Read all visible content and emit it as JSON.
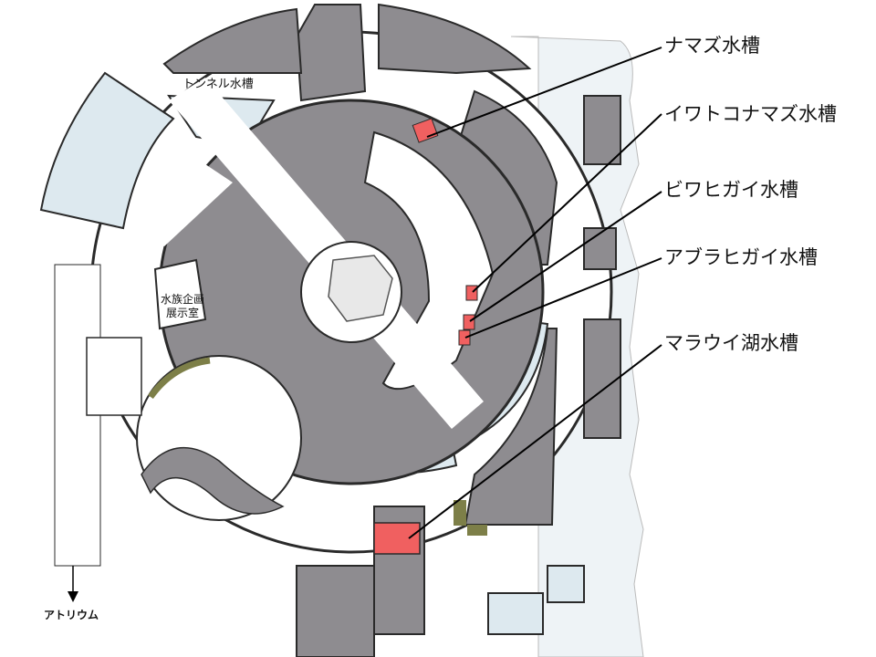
{
  "labels": {
    "tunnel": "トンネル水槽",
    "exhibit_line1": "水族企画",
    "exhibit_line2": "展示室",
    "atrium": "アトリウム"
  },
  "callouts": [
    {
      "id": "namazu",
      "text": "ナマズ水槽"
    },
    {
      "id": "iwatoko",
      "text": "イワトコナマズ水槽"
    },
    {
      "id": "biwahigai",
      "text": "ビワヒガイ水槽"
    },
    {
      "id": "aburahigai",
      "text": "アブラヒガイ水槽"
    },
    {
      "id": "malawi",
      "text": "マラウイ湖水槽"
    }
  ],
  "colors": {
    "room": "#8e8c90",
    "corridor": "#ffffff",
    "water": "#dde9ef",
    "wall": "#2a2a2a",
    "highlight": "#f06060",
    "olive": "#7d7f48"
  }
}
